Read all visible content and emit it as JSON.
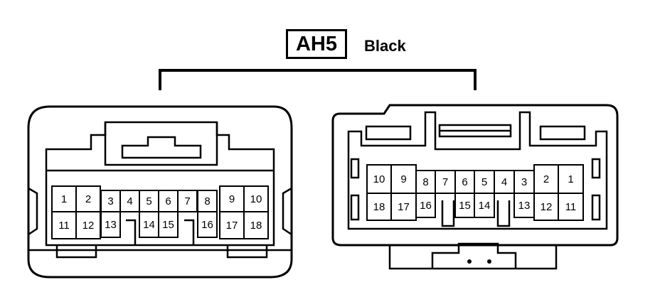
{
  "connector": {
    "code": "AH5",
    "color": "Black"
  },
  "left_connector": {
    "top_row": [
      "1",
      "2",
      "3",
      "4",
      "5",
      "6",
      "7",
      "8",
      "9",
      "10"
    ],
    "bottom_row": [
      "11",
      "12",
      "13",
      "14",
      "15",
      "16",
      "17",
      "18"
    ]
  },
  "right_connector": {
    "top_row": [
      "10",
      "9",
      "8",
      "7",
      "6",
      "5",
      "4",
      "3",
      "2",
      "1"
    ],
    "bottom_row": [
      "18",
      "17",
      "16",
      "15",
      "14",
      "13",
      "12",
      "11"
    ]
  }
}
